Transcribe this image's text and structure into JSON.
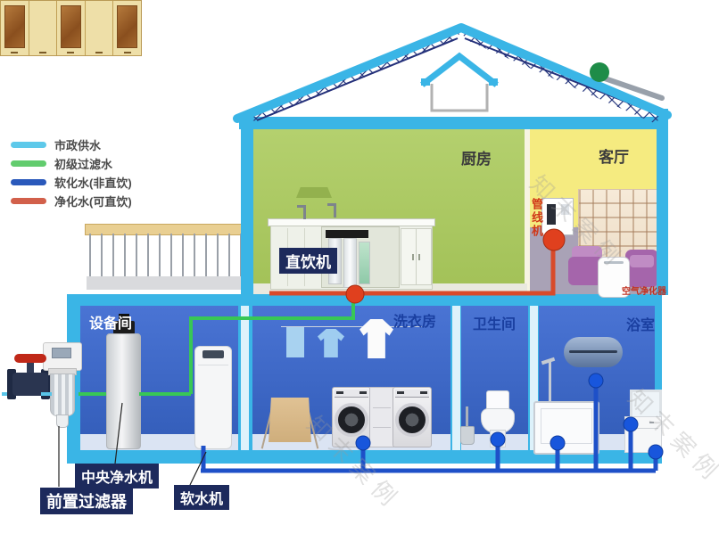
{
  "legend": {
    "items": [
      {
        "label": "市政供水",
        "color": "#5ec9ea"
      },
      {
        "label": "初级过滤水",
        "color": "#62cc6e"
      },
      {
        "label": "软化水(非直饮)",
        "color": "#2a59bb"
      },
      {
        "label": "净化水(可直饮)",
        "color": "#d2604b"
      }
    ]
  },
  "rooms": {
    "kitchen": "厨房",
    "living": "客厅",
    "equipment": "设备间",
    "laundry": "洗衣房",
    "toilet": "卫生间",
    "bath": "浴室"
  },
  "labels": {
    "drinking_machine": "直饮机",
    "central_purifier": "中央净水机",
    "prefilter": "前置过滤器",
    "softener": "软水机",
    "pipeline_machine": "管线机",
    "air_purifier": "空气净化器"
  },
  "watermark": {
    "text": "知末案例"
  },
  "colors": {
    "frame_cyan": "#3ab5e6",
    "room_blue": "#3a66c4",
    "kitchen_green": "#a9c75f",
    "living_yellow": "#f5eb80",
    "living_lower_gray": "#a9a2b6",
    "pipe_municipal": "#58c4e8",
    "pipe_filtered": "#38c756",
    "pipe_softened": "#1e50c8",
    "pipe_purified": "#d84a2a",
    "dot_red": "#e0401e",
    "dot_blue": "#1856dc",
    "label_box_navy": "#1d2a5c",
    "roof_lattice_navy": "#2a3a80"
  }
}
